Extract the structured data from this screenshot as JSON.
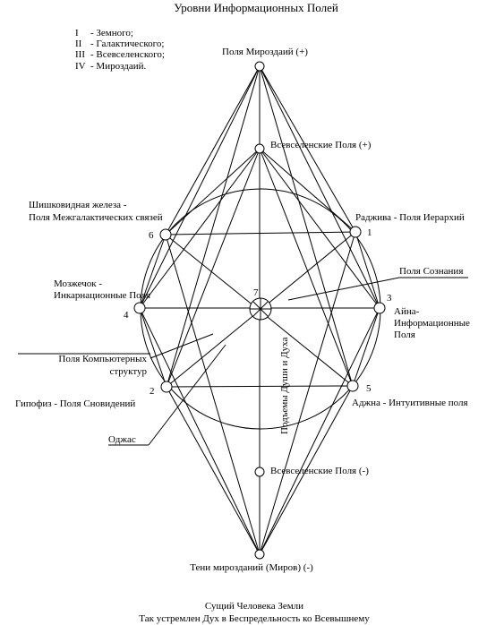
{
  "title": "Уровни Информационных Полей",
  "legend": [
    {
      "numeral": "I",
      "text": "- Земного;"
    },
    {
      "numeral": "II",
      "text": "- Галактического;"
    },
    {
      "numeral": "III",
      "text": "- Всевселенского;"
    },
    {
      "numeral": "IV",
      "text": "- Мироздаий."
    }
  ],
  "nodes": {
    "top": "Поля Мироздаий (+)",
    "upper_mid": "Всевселенские Поля (+)",
    "lower_mid": "Всевселенские Поля (-)",
    "bottom": "Тени мирозданий (Миров) (-)"
  },
  "chakras": [
    {
      "num": "1",
      "label": "Раджива - Поля Иерархий"
    },
    {
      "num": "2",
      "label": "Гипофиз - Поля Сновидений"
    },
    {
      "num": "3",
      "label": "Айна-\nИнформационные\nПоля"
    },
    {
      "num": "4",
      "label": "Мозжечок -\nИнкарнационные Поля"
    },
    {
      "num": "5",
      "label": "Аджна - Интуитивные поля"
    },
    {
      "num": "6",
      "label": "Шишковидная железа -\nПоля Межгалактических связей"
    },
    {
      "num": "7",
      "label": ""
    }
  ],
  "annotations": {
    "consciousness": "Поля Сознания",
    "computer": "Поля Компьютерных\nструктур",
    "ojas": "Оджас",
    "vertical": "Подъемы Души и Духа"
  },
  "footer": {
    "line1": "Сущий Человека Земли",
    "line2": "Так устремлен Дух в Беспредельность ко Всевышнему"
  }
}
